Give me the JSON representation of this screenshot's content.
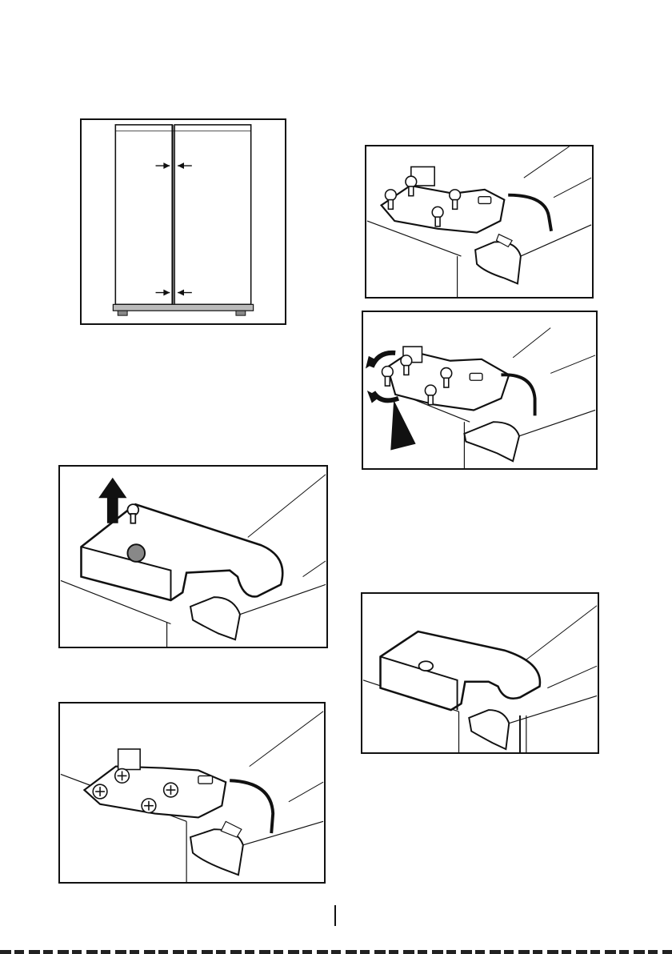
{
  "figures": [
    {
      "id": "doors-front-gap",
      "icon": "refrigerator-doors-gap-illustration"
    },
    {
      "id": "hinge-screws-top-right",
      "icon": "hinge-plate-screws-illustration"
    },
    {
      "id": "hinge-screws-rotate",
      "icon": "hinge-unscrew-rotation-illustration"
    },
    {
      "id": "hinge-cover-lift",
      "icon": "hinge-cover-remove-illustration"
    },
    {
      "id": "hinge-cover-installed",
      "icon": "hinge-cover-installed-illustration"
    },
    {
      "id": "hinge-screws-bottom-left",
      "icon": "hinge-plate-screws-illustration"
    }
  ]
}
